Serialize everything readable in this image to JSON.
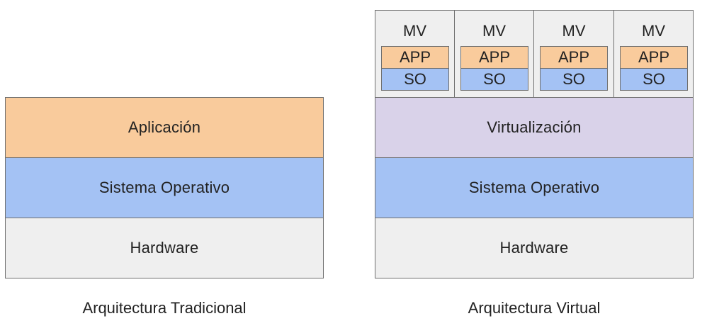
{
  "colors": {
    "application": "#f9cb9c",
    "operating_system": "#a4c2f4",
    "hardware": "#efefef",
    "virtualization": "#d9d2e9",
    "border": "#6f6f6f"
  },
  "traditional": {
    "layers": {
      "application": "Aplicación",
      "operating_system": "Sistema Operativo",
      "hardware": "Hardware"
    },
    "caption": "Arquitectura Tradicional"
  },
  "virtual": {
    "vms": [
      {
        "label": "MV",
        "app": "APP",
        "os": "SO"
      },
      {
        "label": "MV",
        "app": "APP",
        "os": "SO"
      },
      {
        "label": "MV",
        "app": "APP",
        "os": "SO"
      },
      {
        "label": "MV",
        "app": "APP",
        "os": "SO"
      }
    ],
    "layers": {
      "virtualization": "Virtualización",
      "operating_system": "Sistema Operativo",
      "hardware": "Hardware"
    },
    "caption": "Arquitectura Virtual"
  }
}
